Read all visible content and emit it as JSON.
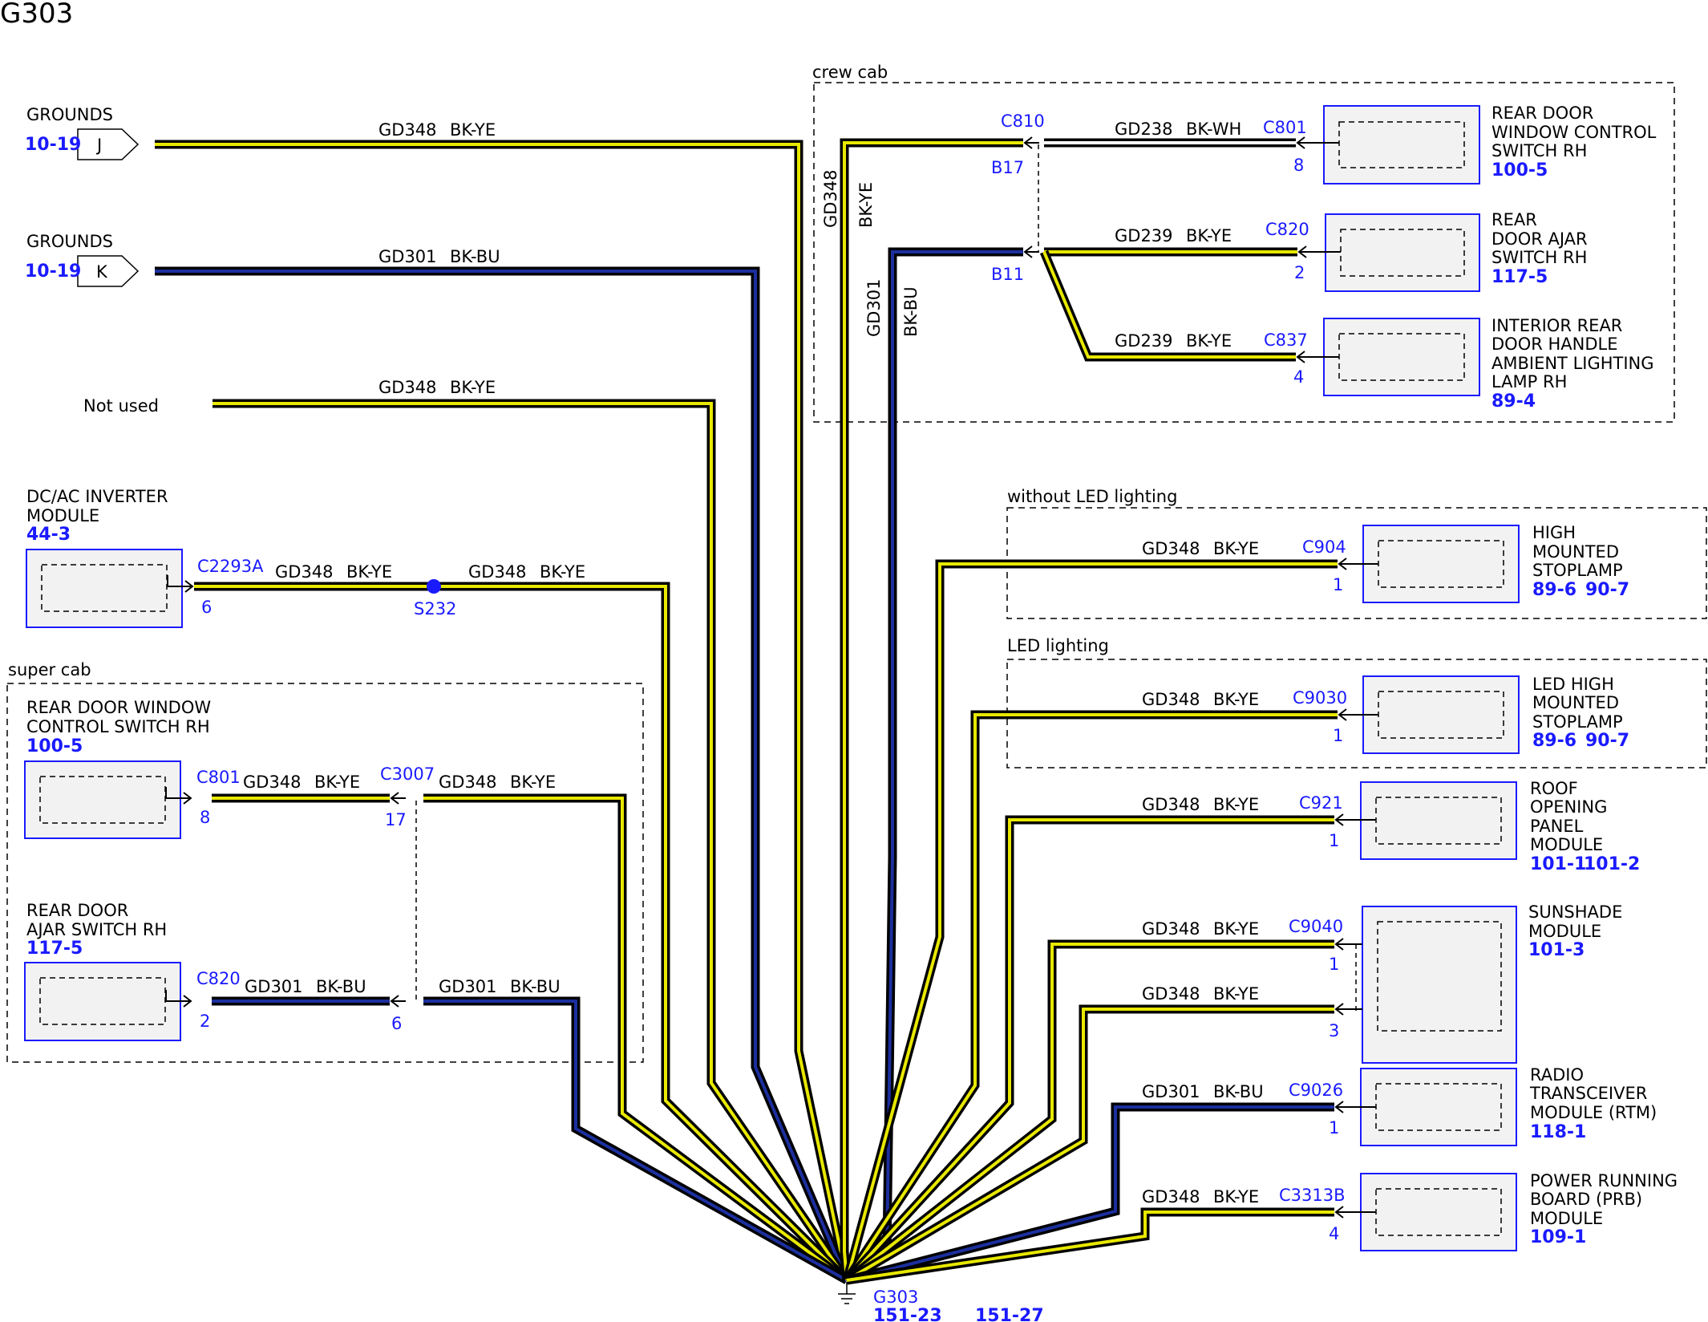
{
  "title": "G303",
  "colors": {
    "ref_blue": "#1a1aff",
    "wire_black": "#000000",
    "wire_yellow": "#e8e800",
    "wire_blue": "#1c2f9e",
    "wire_white": "#ffffff",
    "box_fill": "#f2f2f2"
  },
  "groups": {
    "crew_cab": "crew cab",
    "without_led": "without LED lighting",
    "led": "LED lighting",
    "super_cab": "super cab"
  },
  "grounds_j": {
    "label": "GROUNDS",
    "ref": "10-19",
    "pin": "J",
    "wire": "GD348",
    "color": "BK-YE"
  },
  "grounds_k": {
    "label": "GROUNDS",
    "ref": "10-19",
    "pin": "K",
    "wire": "GD301",
    "color": "BK-BU"
  },
  "not_used": {
    "label": "Not used",
    "wire": "GD348",
    "color": "BK-YE"
  },
  "inverter": {
    "line1": "DC/AC INVERTER",
    "line2": "MODULE",
    "ref": "44-3",
    "connector": "C2293A",
    "pin": "6",
    "wire1": "GD348",
    "color1": "BK-YE",
    "splice": "S232",
    "wire2": "GD348",
    "color2": "BK-YE"
  },
  "super_cab": {
    "window": {
      "line1": "REAR DOOR WINDOW",
      "line2": "CONTROL SWITCH RH",
      "ref": "100-5",
      "connector": "C801",
      "pin": "8",
      "wire": "GD348",
      "color": "BK-YE",
      "inline": "C3007",
      "inline_pin": "17",
      "wire2": "GD348",
      "color2": "BK-YE"
    },
    "ajar": {
      "line1": "REAR DOOR",
      "line2": "AJAR SWITCH RH",
      "ref": "117-5",
      "connector": "C820",
      "pin": "2",
      "wire": "GD301",
      "color": "BK-BU",
      "inline_pin": "6",
      "wire2": "GD301",
      "color2": "BK-BU"
    }
  },
  "crew_cab": {
    "inline": "C810",
    "pin_b17": "B17",
    "pin_b11": "B11",
    "vertical1": {
      "wire": "GD348",
      "color": "BK-YE"
    },
    "vertical2": {
      "wire": "GD301",
      "color": "BK-BU"
    },
    "window": {
      "line1": "REAR DOOR",
      "line2": "WINDOW CONTROL",
      "line3": "SWITCH RH",
      "ref": "100-5",
      "connector": "C801",
      "pin": "8",
      "wire": "GD238",
      "color": "BK-WH"
    },
    "ajar": {
      "line1": "REAR",
      "line2": "DOOR AJAR",
      "line3": "SWITCH RH",
      "ref": "117-5",
      "connector": "C820",
      "pin": "2",
      "wire": "GD239",
      "color": "BK-YE"
    },
    "lamp": {
      "line1": "INTERIOR REAR",
      "line2": "DOOR HANDLE",
      "line3": "AMBIENT LIGHTING",
      "line4": "LAMP RH",
      "ref": "89-4",
      "connector": "C837",
      "pin": "4",
      "wire": "GD239",
      "color": "BK-YE"
    }
  },
  "stoplamp": {
    "line1": "HIGH",
    "line2": "MOUNTED",
    "line3": "STOPLAMP",
    "ref1": "89-6",
    "ref2": "90-7",
    "connector": "C904",
    "pin": "1",
    "wire": "GD348",
    "color": "BK-YE"
  },
  "led_stoplamp": {
    "line1": "LED HIGH",
    "line2": "MOUNTED",
    "line3": "STOPLAMP",
    "ref1": "89-6",
    "ref2": "90-7",
    "connector": "C9030",
    "pin": "1",
    "wire": "GD348",
    "color": "BK-YE"
  },
  "roof": {
    "line1": "ROOF",
    "line2": "OPENING",
    "line3": "PANEL",
    "line4": "MODULE",
    "ref1": "101-1",
    "ref2": "101-2",
    "connector": "C921",
    "pin": "1",
    "wire": "GD348",
    "color": "BK-YE"
  },
  "sunshade": {
    "line1": "SUNSHADE",
    "line2": "MODULE",
    "ref": "101-3",
    "connector": "C9040",
    "pin1": "1",
    "pin2": "3",
    "wire1": "GD348",
    "color1": "BK-YE",
    "wire2": "GD348",
    "color2": "BK-YE"
  },
  "radio": {
    "line1": "RADIO",
    "line2": "TRANSCEIVER",
    "line3": "MODULE (RTM)",
    "ref": "118-1",
    "connector": "C9026",
    "pin": "1",
    "wire": "GD301",
    "color": "BK-BU"
  },
  "prb": {
    "line1": "POWER RUNNING",
    "line2": "BOARD (PRB)",
    "line3": "MODULE",
    "ref": "109-1",
    "connector": "C3313B",
    "pin": "4",
    "wire": "GD348",
    "color": "BK-YE"
  },
  "ground": {
    "label": "G303",
    "ref1": "151-23",
    "ref2": "151-27"
  }
}
